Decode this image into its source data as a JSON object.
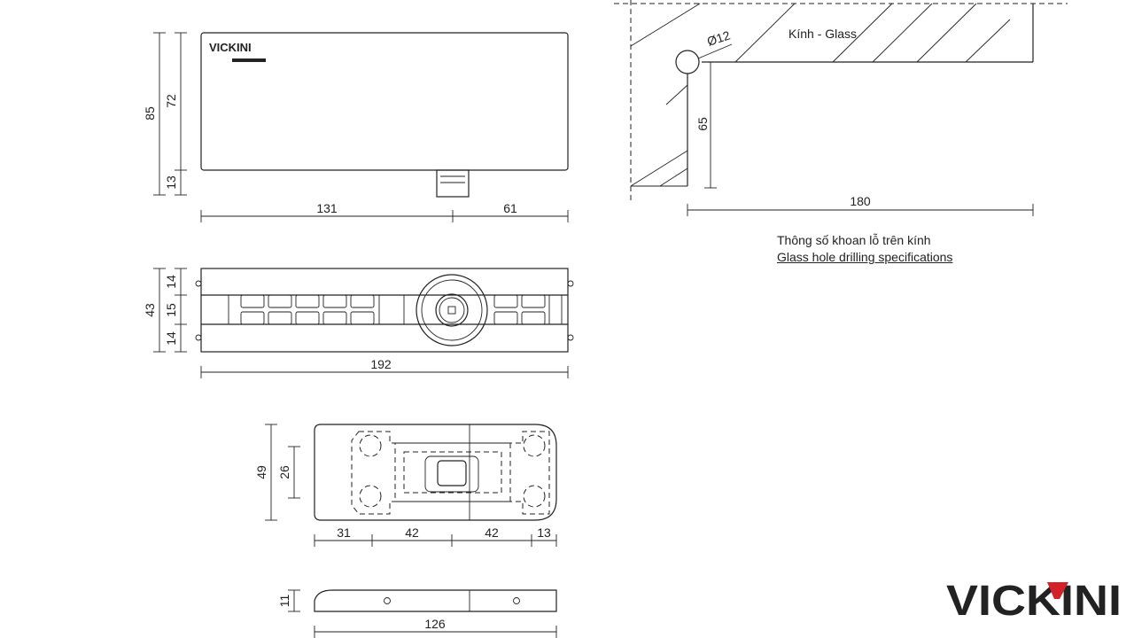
{
  "brand": {
    "logo_text": "VICKINI",
    "small_logo_text": "VICKINI",
    "colors": {
      "black": "#111111",
      "red": "#d42027"
    }
  },
  "top_view": {
    "dim_height_total": "85",
    "dim_height_upper": "72",
    "dim_height_lower": "13",
    "dim_width_left": "131",
    "dim_width_right": "61"
  },
  "front_view": {
    "dim_height_total": "43",
    "dim_height_top": "14",
    "dim_height_mid": "15",
    "dim_height_bottom": "14",
    "dim_width": "192"
  },
  "plate_view": {
    "dim_height_outer": "49",
    "dim_height_inner": "26",
    "dim_w1": "31",
    "dim_w2": "42",
    "dim_w3": "42",
    "dim_w4": "13"
  },
  "side_plate_view": {
    "dim_height": "11",
    "dim_width": "126"
  },
  "glass_detail": {
    "glass_label": "Kính - Glass",
    "hole_diameter": "Ø12",
    "dim_vertical": "65",
    "dim_horizontal": "180",
    "note_vi": "Thông số khoan lỗ trên kính",
    "note_en": "Glass hole drilling specifications"
  }
}
